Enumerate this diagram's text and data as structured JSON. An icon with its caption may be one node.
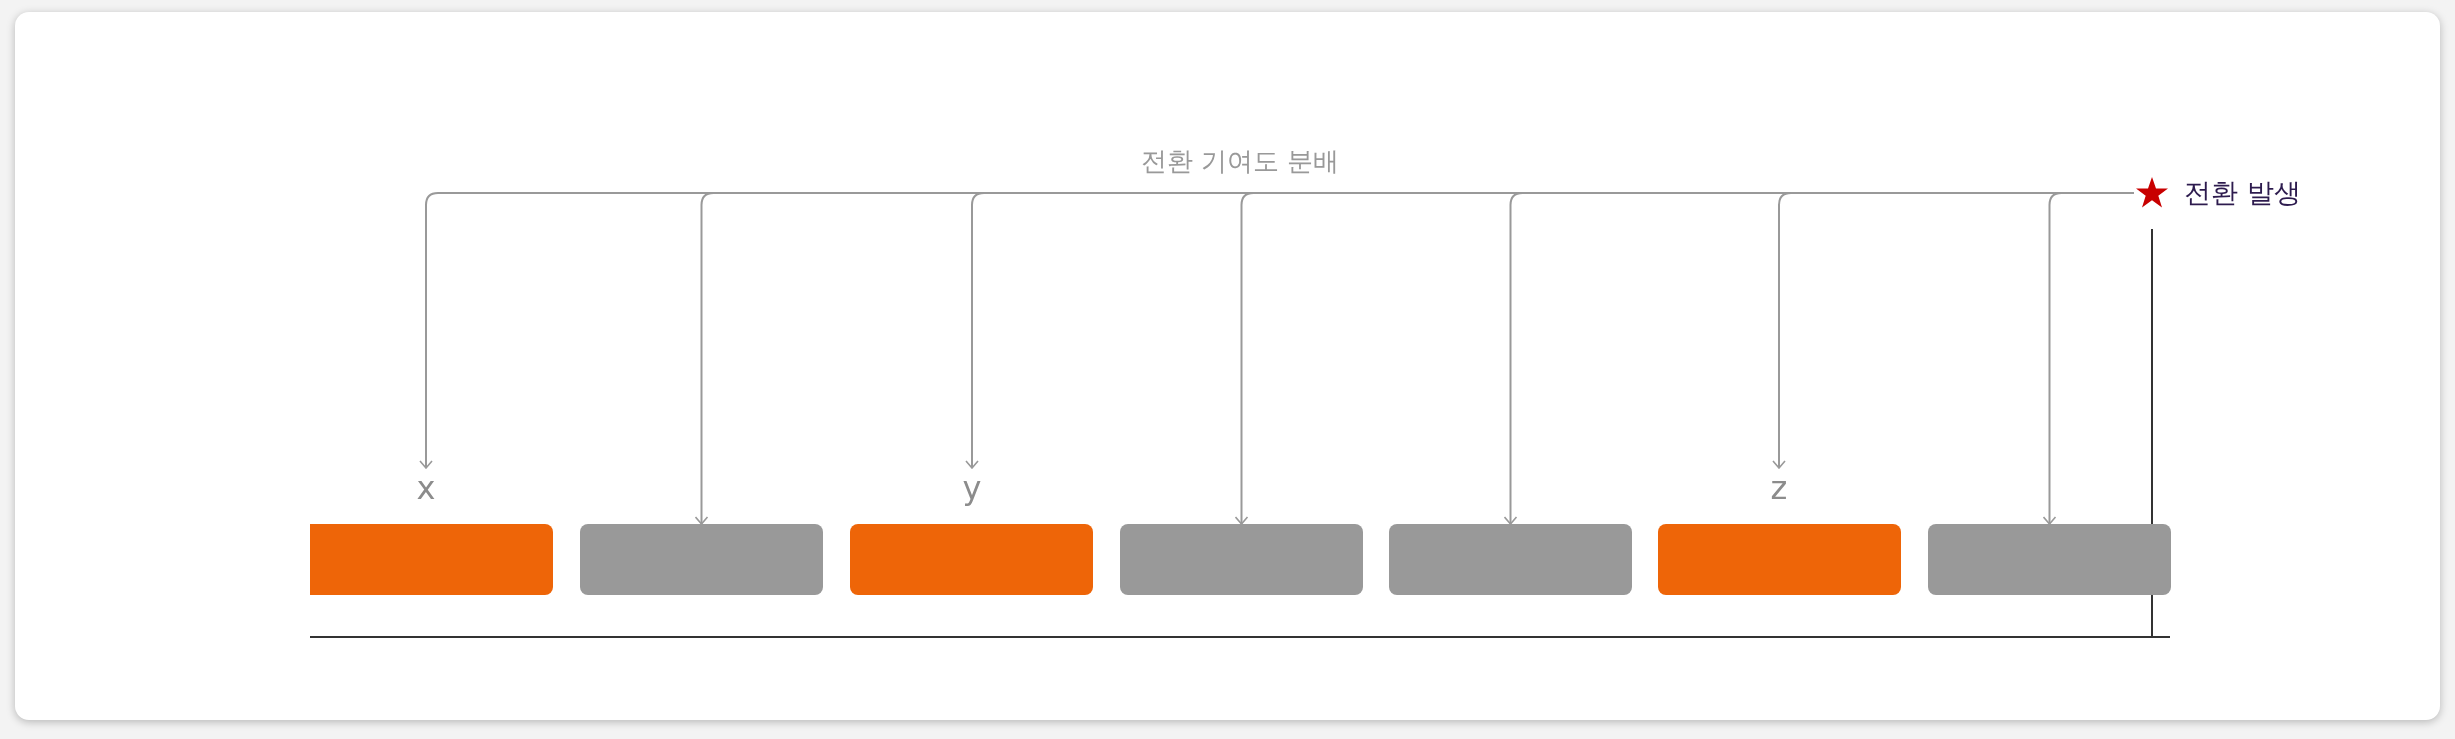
{
  "diagram": {
    "nodes": [
      {
        "text": [
          "전환 발생"
        ]
      },
      {
        "text": [
          "x"
        ]
      },
      {
        "text": [],
        "shape": "bar"
      },
      {
        "text": [],
        "shape": "bar"
      },
      {
        "text": [
          "y"
        ]
      },
      {
        "text": [],
        "shape": "bar"
      },
      {
        "text": [],
        "shape": "bar"
      },
      {
        "text": [],
        "shape": "bar"
      },
      {
        "text": [
          "z"
        ]
      },
      {
        "text": [],
        "shape": "bar"
      },
      {
        "text": [],
        "shape": "bar"
      }
    ],
    "edges": [
      {
        "from": 0,
        "to": 1,
        "arrow": "to"
      },
      {
        "from": 0,
        "to": 3,
        "arrow": "to"
      },
      {
        "from": 0,
        "to": 4,
        "arrow": "to"
      },
      {
        "from": 0,
        "to": 6,
        "arrow": "to"
      },
      {
        "from": 0,
        "to": 7,
        "arrow": "to"
      },
      {
        "from": 0,
        "to": 8,
        "arrow": "to"
      },
      {
        "from": 0,
        "to": 10,
        "arrow": "to"
      }
    ],
    "labels": [
      "전환 기여도 분배"
    ]
  }
}
